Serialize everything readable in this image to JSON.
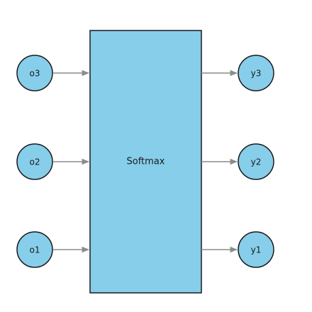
{
  "diagram": {
    "box_label": "Softmax",
    "inputs": [
      {
        "label": "o3"
      },
      {
        "label": "o2"
      },
      {
        "label": "o1"
      }
    ],
    "outputs": [
      {
        "label": "y3"
      },
      {
        "label": "y2"
      },
      {
        "label": "y1"
      }
    ]
  },
  "colors": {
    "node_fill": "#87ceeb",
    "box_fill": "#87ceeb",
    "stroke": "#1a1a1a",
    "arrow": "#8c8c8c"
  }
}
